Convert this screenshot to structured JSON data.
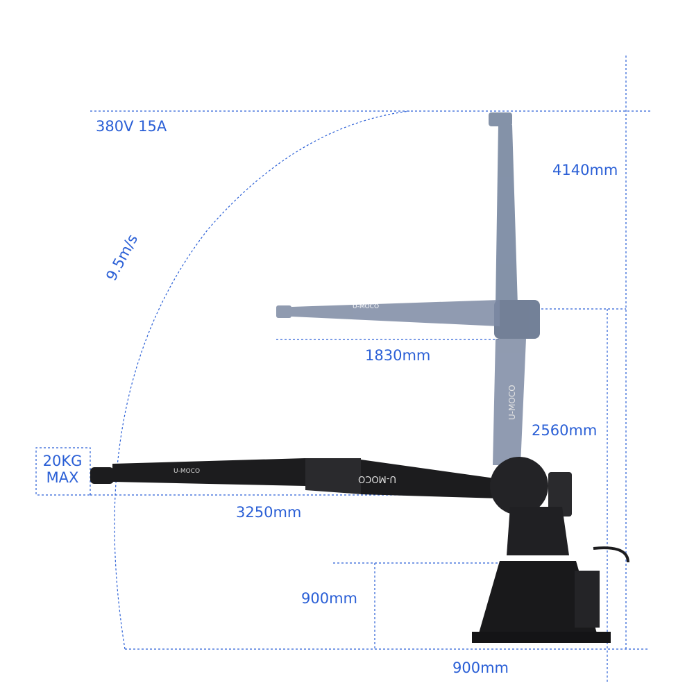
{
  "labels": {
    "power": "380V 15A",
    "speed": "9.5m/s",
    "max_height": "4140mm",
    "upper_reach": "1830mm",
    "column_height": "2560mm",
    "payload_line1": "20KG",
    "payload_line2": "MAX",
    "max_reach": "3250mm",
    "base_height": "900mm",
    "base_width": "900mm"
  },
  "brand": {
    "arm_logo": "U-MOCO"
  },
  "colors": {
    "dimension": "#2a5fd6",
    "arm_dark": "#1c1c1e",
    "arm_ghost": "#6f7f9a"
  }
}
